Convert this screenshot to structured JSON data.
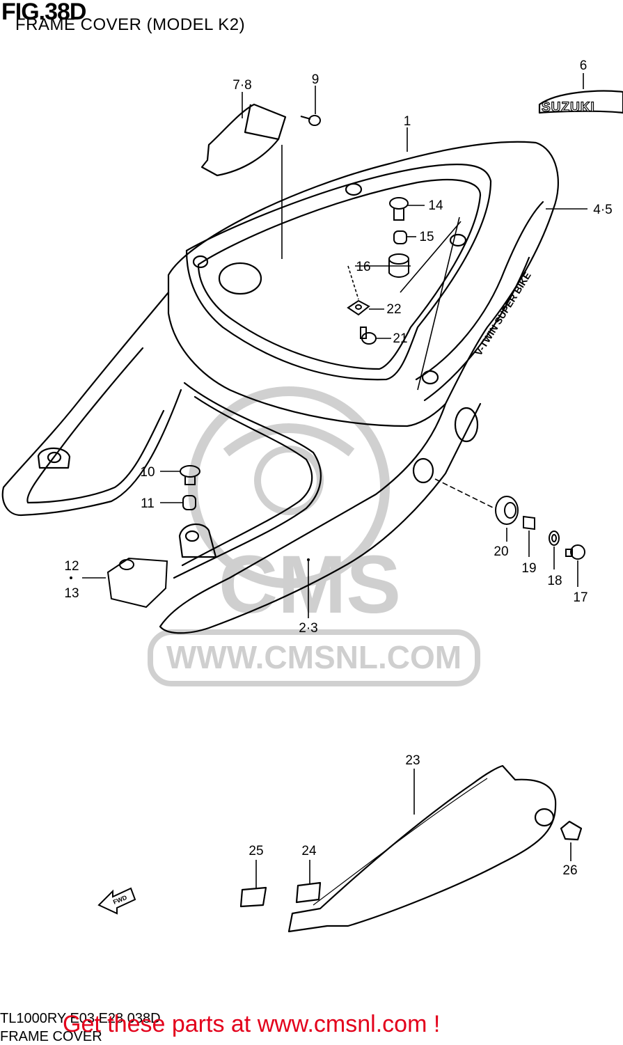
{
  "header": {
    "figure_number": "FIG.38D",
    "figure_title": "FRAME COVER (MODEL K2)"
  },
  "parts": {
    "p1": "1",
    "p23": "2·3",
    "p45": "4·5",
    "p6": "6",
    "p78": "7·8",
    "p9": "9",
    "p10": "10",
    "p11": "11",
    "p12": "12",
    "p13": "13",
    "p14": "14",
    "p15": "15",
    "p16": "16",
    "p17": "17",
    "p18": "18",
    "p19": "19",
    "p20": "20",
    "p21": "21",
    "p22": "22",
    "p23b": "23",
    "p24": "24",
    "p25": "25",
    "p26": "26"
  },
  "decals": {
    "emblem": "SUZUKI",
    "side_text": "V-TWIN SUPER BIKE",
    "direction": "FWD"
  },
  "watermark": {
    "brand": "CMS",
    "url": "WWW.CMSNL.COM"
  },
  "footer": {
    "model_code": "TL1000RY E03 E28 038D",
    "section_name": "FRAME COVER",
    "promo": "Get these parts at www.cmsnl.com !"
  },
  "colors": {
    "ink": "#000000",
    "watermark": "#c8c8c8",
    "promo": "#e3001b"
  }
}
